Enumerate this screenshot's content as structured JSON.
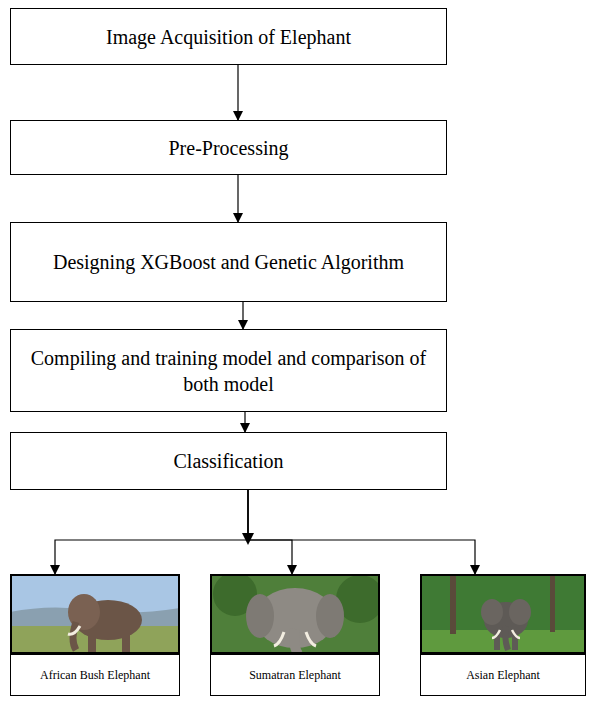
{
  "diagram": {
    "nodes": [
      {
        "text": [
          "Image Acquisition of Elephant"
        ]
      },
      {
        "text": [
          "Pre-Processing"
        ]
      },
      {
        "text": [
          "Designing XGBoost and Genetic Algorithm"
        ]
      },
      {
        "text": [
          "Compiling and training model and comparison of both model"
        ]
      },
      {
        "text": [
          "Classification"
        ]
      },
      {
        "text": [
          "African Bush Elephant"
        ]
      },
      {
        "text": [
          "Sumatran Elephant"
        ]
      },
      {
        "text": [
          "Asian Elephant"
        ]
      }
    ],
    "edges": [
      {
        "from": 0,
        "to": 1,
        "arrow": "to"
      },
      {
        "from": 1,
        "to": 2,
        "arrow": "to"
      },
      {
        "from": 2,
        "to": 3,
        "arrow": "to"
      },
      {
        "from": 3,
        "to": 4,
        "arrow": "to"
      },
      {
        "from": 4,
        "to": 5,
        "arrow": "to"
      },
      {
        "from": 4,
        "to": 6,
        "arrow": "to"
      },
      {
        "from": 4,
        "to": 7,
        "arrow": "to"
      }
    ]
  }
}
